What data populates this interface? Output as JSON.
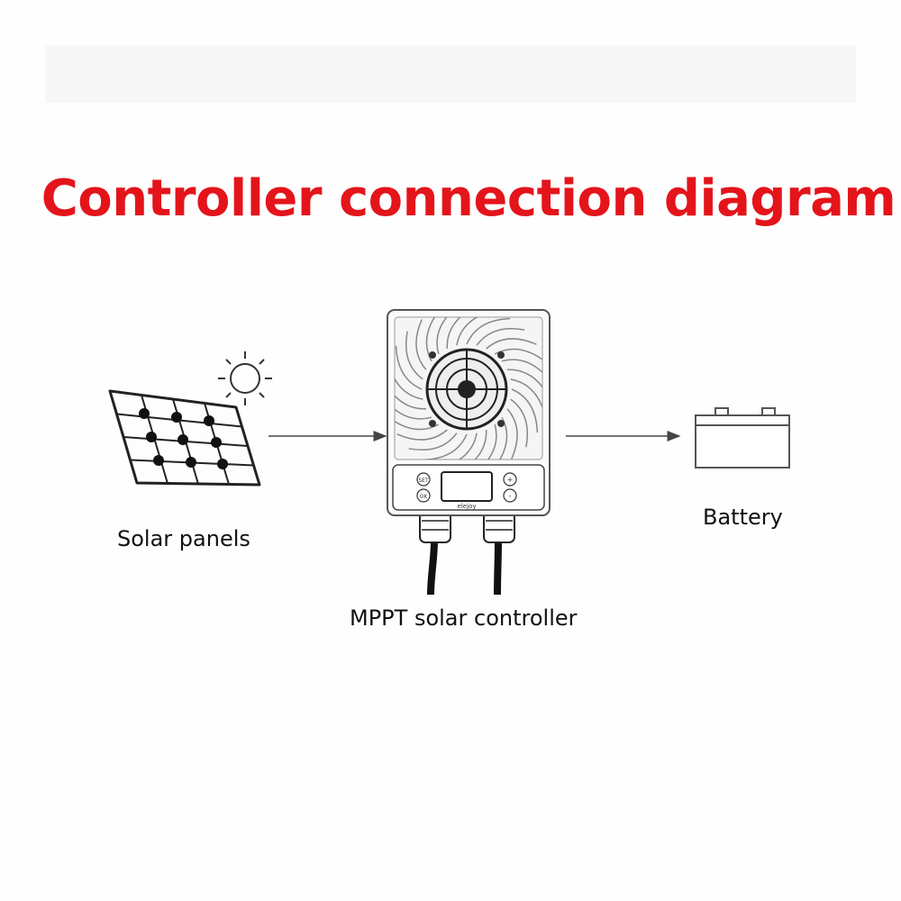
{
  "title": "Controller connection diagram",
  "labels": {
    "solar_panels": "Solar panels",
    "battery": "Battery",
    "controller": "MPPT solar controller"
  },
  "device": {
    "brand": "elejoy",
    "buttons": [
      "SET",
      "OK",
      "+",
      "-"
    ]
  },
  "colors": {
    "title": "#e4141b",
    "line": "#444444"
  },
  "icons": [
    "sun-icon",
    "solar-panel-icon",
    "battery-icon",
    "fan-icon"
  ]
}
